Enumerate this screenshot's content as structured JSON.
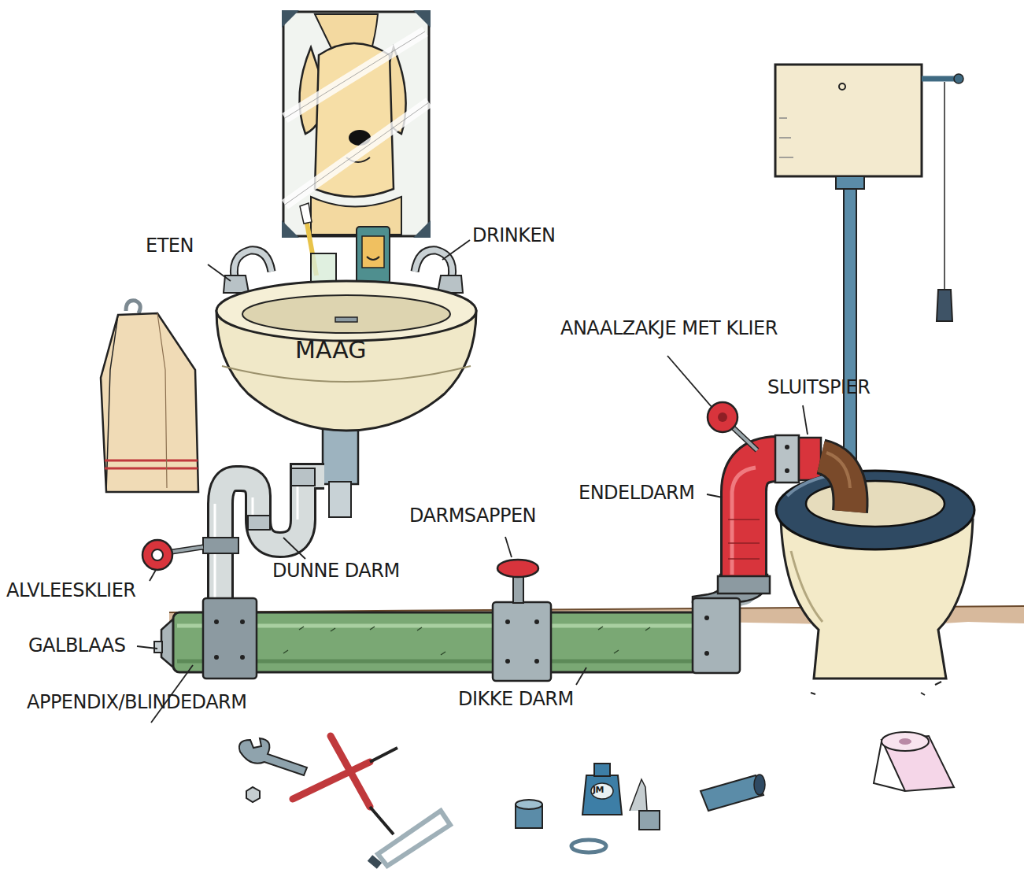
{
  "diagram": {
    "nodes": [
      {
        "text": [
          "MAAG"
        ]
      }
    ],
    "labels": [
      "ETEN",
      "DRINKEN",
      "ANAALZAKJE MET KLIER",
      "SLUITSPIER",
      "ENDELDARM",
      "DARMSAPPEN",
      "DUNNE DARM",
      "ALVLEESKLIER",
      "GALBLAAS",
      "APPENDIX/BLINDEDARM",
      "DIKKE DARM",
      "JM"
    ]
  }
}
